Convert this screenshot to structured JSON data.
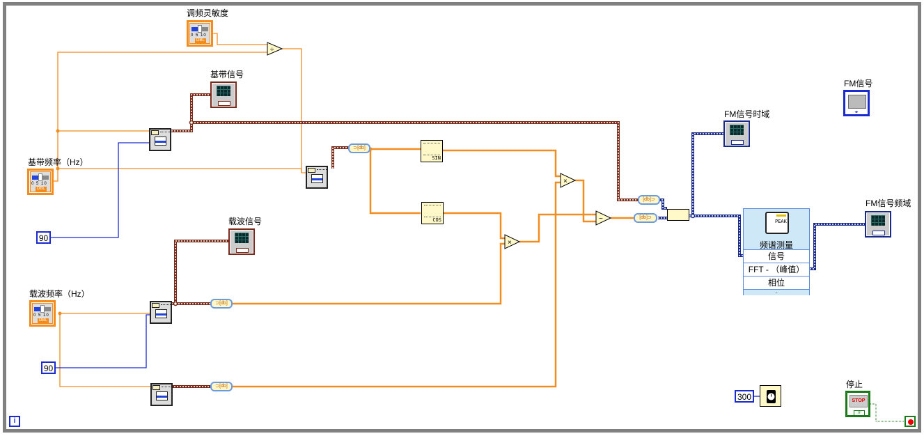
{
  "diagram": {
    "labels": {
      "fm_sensitivity": "调频灵敏度",
      "baseband_signal": "基带信号",
      "baseband_freq": "基带频率（Hz）",
      "carrier_signal": "载波信号",
      "carrier_freq": "载波频率（Hz）",
      "fm_signal": "FM信号",
      "fm_time_domain": "FM信号时域",
      "fm_freq_domain": "FM信号频域",
      "stop": "停止"
    },
    "constants": {
      "phase_1": "90",
      "phase_2": "90",
      "wait_ms": "300"
    },
    "controls": {
      "slider_ticks": "0 5 10",
      "dbl_tag": "DBL",
      "stop_button": "STOP",
      "tf_tag": "TF",
      "array_tag": "◂▸"
    },
    "functions": {
      "sin": "SIN",
      "cos": "COS",
      "multiply": "×",
      "divide": "÷",
      "subtract": "−",
      "conv_to_ddt": "[db]⊃",
      "conv_from_ddt": "⊃[db]"
    },
    "express_vi": {
      "title": "频谱测量",
      "icon_text": "PEAK",
      "inputs": [
        "信号"
      ],
      "outputs": [
        "FFT - （峰值）",
        "相位"
      ],
      "expand": "⌄"
    },
    "info_icon": "i"
  },
  "colors": {
    "dbl_wire": "#f28c1c",
    "waveform_wire": "#7a2a18",
    "ddt_wire": "#1a2a8a",
    "int_wire": "#1a2acf",
    "bool_wire": "#1a7a1a",
    "frame_border": "#808080"
  }
}
